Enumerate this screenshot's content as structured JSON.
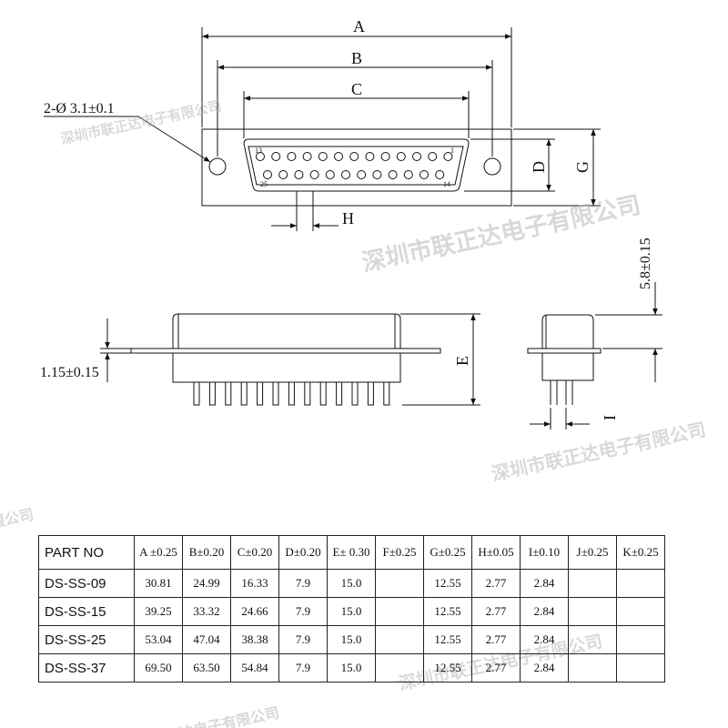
{
  "drawing": {
    "dim_A": "A",
    "dim_B": "B",
    "dim_C": "C",
    "dim_D": "D",
    "dim_G": "G",
    "dim_H": "H",
    "dim_E": "E",
    "dim_I": "I",
    "hole_note": "2-Ø 3.1±0.1",
    "flange_thickness": "1.15±0.15",
    "side_dim": "5.8±0.15",
    "pin_top_first": "13",
    "pin_top_last": "1",
    "pin_bottom_first": "25",
    "pin_bottom_last": "14",
    "watermark": "深圳市联正达电子有限公司"
  },
  "table": {
    "headers": [
      "PART  NO",
      "A ±0.25",
      "B±0.20",
      "C±0.20",
      "D±0.20",
      "E± 0.30",
      "F±0.25",
      "G±0.25",
      "H±0.05",
      "I±0.10",
      "J±0.25",
      "K±0.25"
    ],
    "rows": [
      [
        "DS-SS-09",
        "30.81",
        "24.99",
        "16.33",
        "7.9",
        "15.0",
        "",
        "12.55",
        "2.77",
        "2.84",
        "",
        ""
      ],
      [
        "DS-SS-15",
        "39.25",
        "33.32",
        "24.66",
        "7.9",
        "15.0",
        "",
        "12.55",
        "2.77",
        "2.84",
        "",
        ""
      ],
      [
        "DS-SS-25",
        "53.04",
        "47.04",
        "38.38",
        "7.9",
        "15.0",
        "",
        "12.55",
        "2.77",
        "2.84",
        "",
        ""
      ],
      [
        "DS-SS-37",
        "69.50",
        "63.50",
        "54.84",
        "7.9",
        "15.0",
        "",
        "12.55",
        "2.77",
        "2.84",
        "",
        ""
      ]
    ]
  }
}
